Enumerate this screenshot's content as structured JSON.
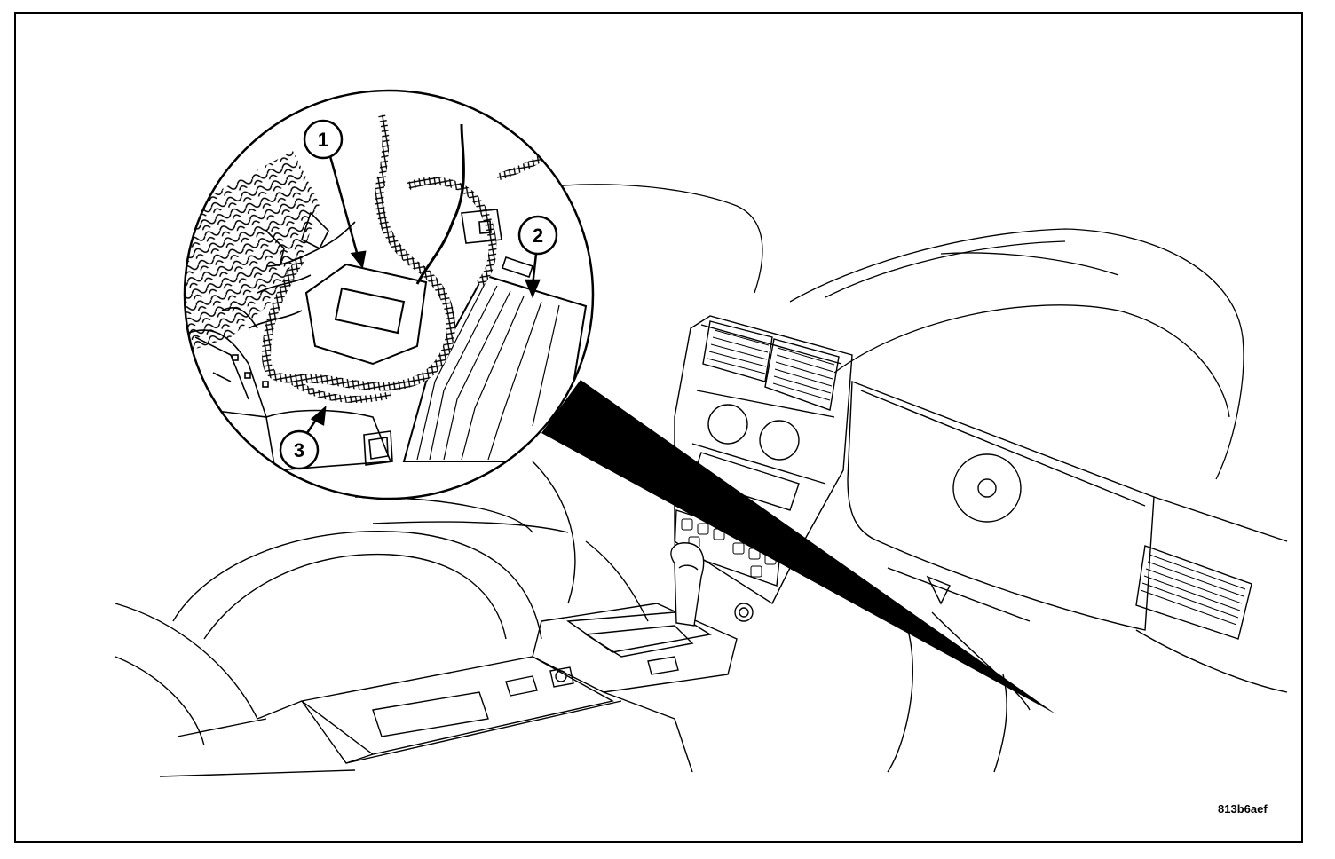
{
  "callouts": [
    {
      "id": "1",
      "label": "1"
    },
    {
      "id": "2",
      "label": "2"
    },
    {
      "id": "3",
      "label": "3"
    }
  ],
  "figure_code": "813b6aef",
  "colors": {
    "line": "#000000",
    "background": "#ffffff"
  }
}
